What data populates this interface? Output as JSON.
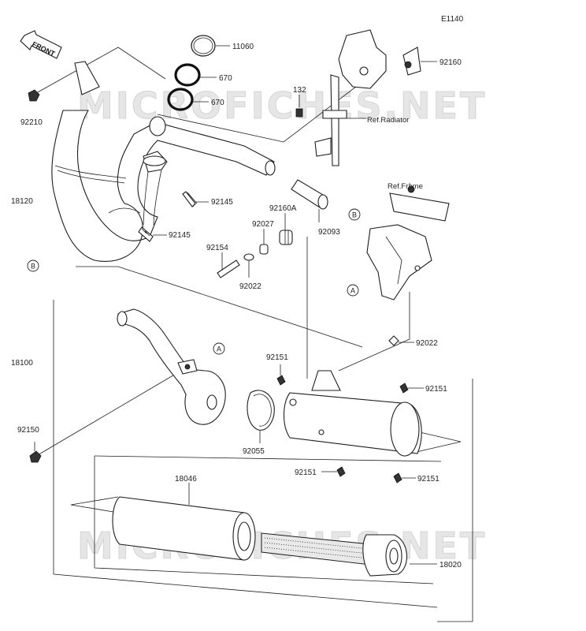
{
  "diagram_code": "E1140",
  "front_label": "FRONT",
  "watermark": "MICROFICHES.NET",
  "refs": {
    "radiator": "Ref.Radiator",
    "frame": "Ref.Frame"
  },
  "circle_markers": {
    "a": "A",
    "b": "B"
  },
  "parts": {
    "p11060": "11060",
    "p670a": "670",
    "p670b": "670",
    "p92160": "92160",
    "p132": "132",
    "p92210": "92210",
    "p18120": "18120",
    "p92145a": "92145",
    "p92145b": "92145",
    "p92160A": "92160A",
    "p92027": "92027",
    "p92154": "92154",
    "p92022a": "92022",
    "p92093": "92093",
    "p92022b": "92022",
    "p18100": "18100",
    "p92151a": "92151",
    "p92151b": "92151",
    "p92150": "92150",
    "p92055": "92055",
    "p92151c": "92151",
    "p92151d": "92151",
    "p18046": "18046",
    "p18020": "18020"
  }
}
